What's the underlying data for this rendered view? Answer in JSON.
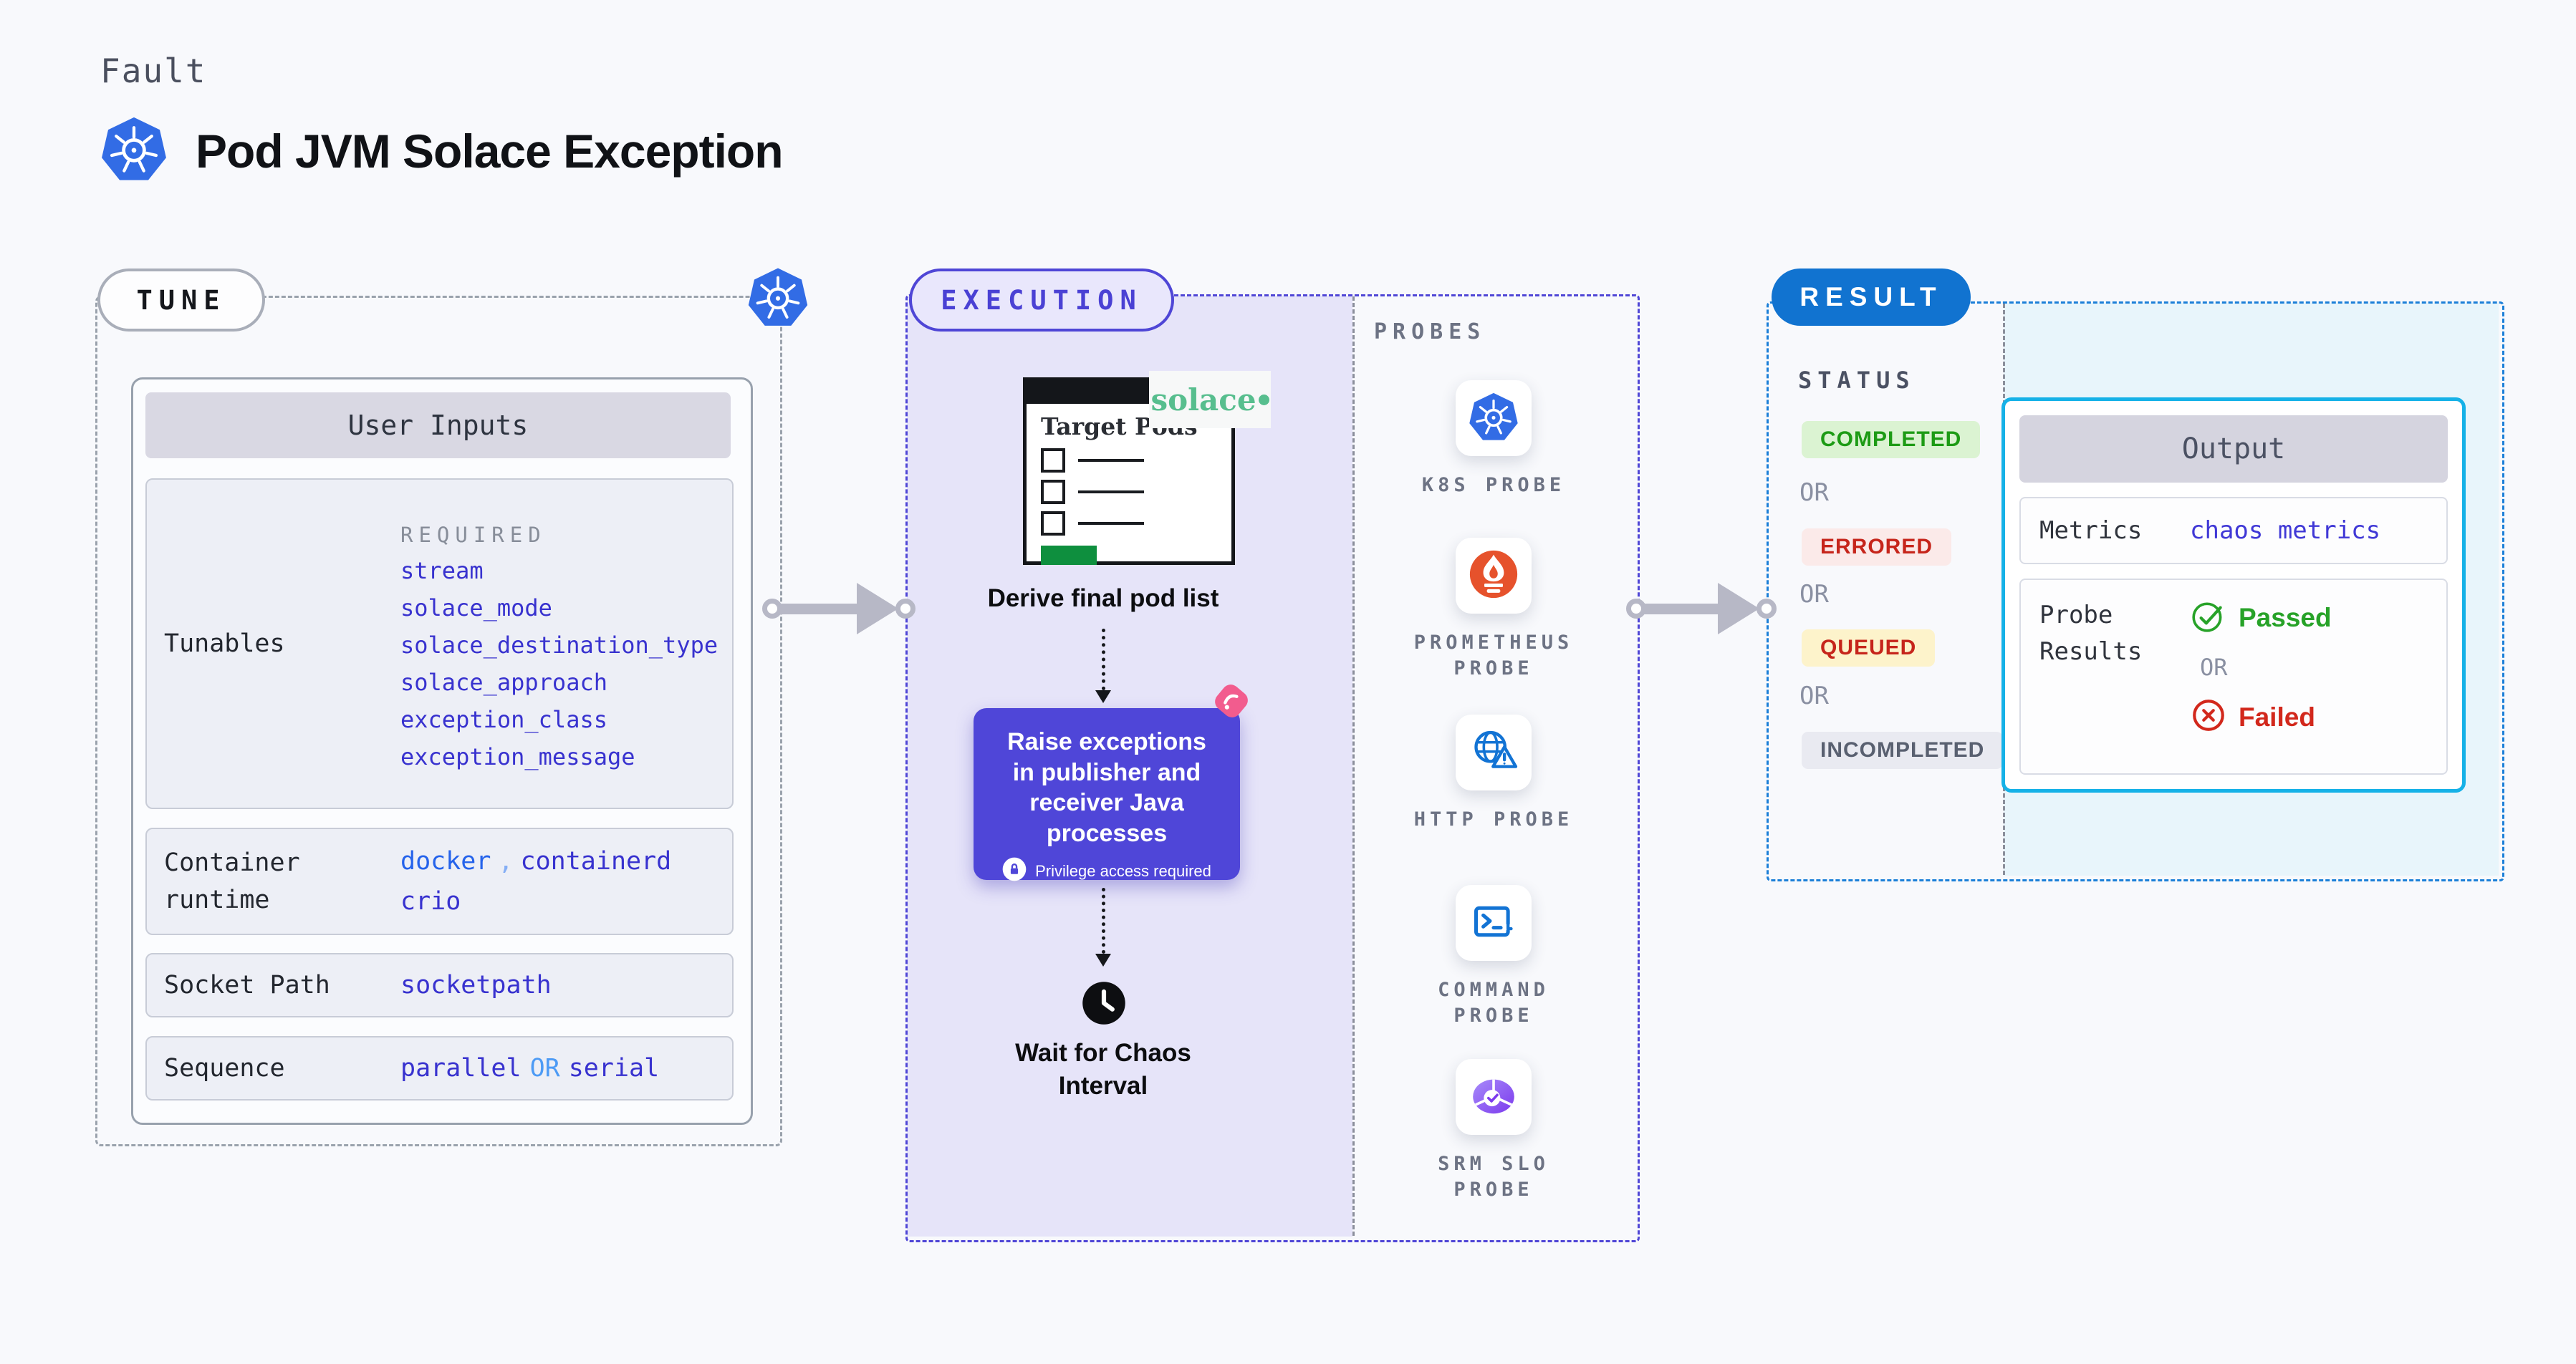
{
  "header": {
    "kicker": "Fault",
    "title": "Pod JVM Solace Exception"
  },
  "tune": {
    "badge": "TUNE",
    "user_inputs_title": "User Inputs",
    "tunables": {
      "label": "Tunables",
      "required_label": "REQUIRED",
      "items": [
        "stream",
        "solace_mode",
        "solace_destination_type",
        "solace_approach",
        "exception_class",
        "exception_message"
      ]
    },
    "container_runtime": {
      "label": "Container runtime",
      "value1": "docker",
      "separator": ",",
      "value2": "containerd",
      "value3": "crio"
    },
    "socket_path": {
      "label": "Socket Path",
      "value": "socketpath"
    },
    "sequence": {
      "label": "Sequence",
      "value1": "parallel",
      "or_label": "OR",
      "value2": "serial"
    }
  },
  "execution": {
    "badge": "EXECUTION",
    "target_pods_title": "Target Pods",
    "solace_logo_text": "solace",
    "derive_step": "Derive final pod list",
    "raise_step": "Raise exceptions in publisher and receiver Java processes",
    "privilege_note": "Privilege access required",
    "wait_step": "Wait for Chaos Interval",
    "probes_label": "PROBES",
    "probes": [
      {
        "label": "K8S PROBE",
        "icon": "kubernetes-icon"
      },
      {
        "label": "PROMETHEUS PROBE",
        "icon": "prometheus-icon"
      },
      {
        "label": "HTTP PROBE",
        "icon": "http-globe-warning-icon"
      },
      {
        "label": "COMMAND PROBE",
        "icon": "terminal-icon"
      },
      {
        "label": "SRM SLO PROBE",
        "icon": "srm-slo-donut-icon"
      }
    ]
  },
  "result": {
    "badge": "RESULT",
    "status_label": "STATUS",
    "or_label": "OR",
    "statuses": [
      {
        "label": "COMPLETED"
      },
      {
        "label": "ERRORED"
      },
      {
        "label": "QUEUED"
      },
      {
        "label": "INCOMPLETED"
      }
    ],
    "output": {
      "title": "Output",
      "metrics_label": "Metrics",
      "metrics_value": "chaos metrics",
      "probe_results_label": "Probe Results",
      "passed_label": "Passed",
      "or_label": "OR",
      "failed_label": "Failed"
    }
  },
  "colors": {
    "indigo": "#4F46D8",
    "result_blue": "#1173D0",
    "cyan_border": "#15B1E7",
    "k8s_blue": "#326CE5",
    "prometheus_orange": "#E6522C",
    "solace_green": "#57BE8E",
    "passed_green": "#27A228",
    "failed_red": "#D2281C",
    "arrow_gray": "#B7B8C6",
    "pin_pink": "#F25C8E"
  }
}
